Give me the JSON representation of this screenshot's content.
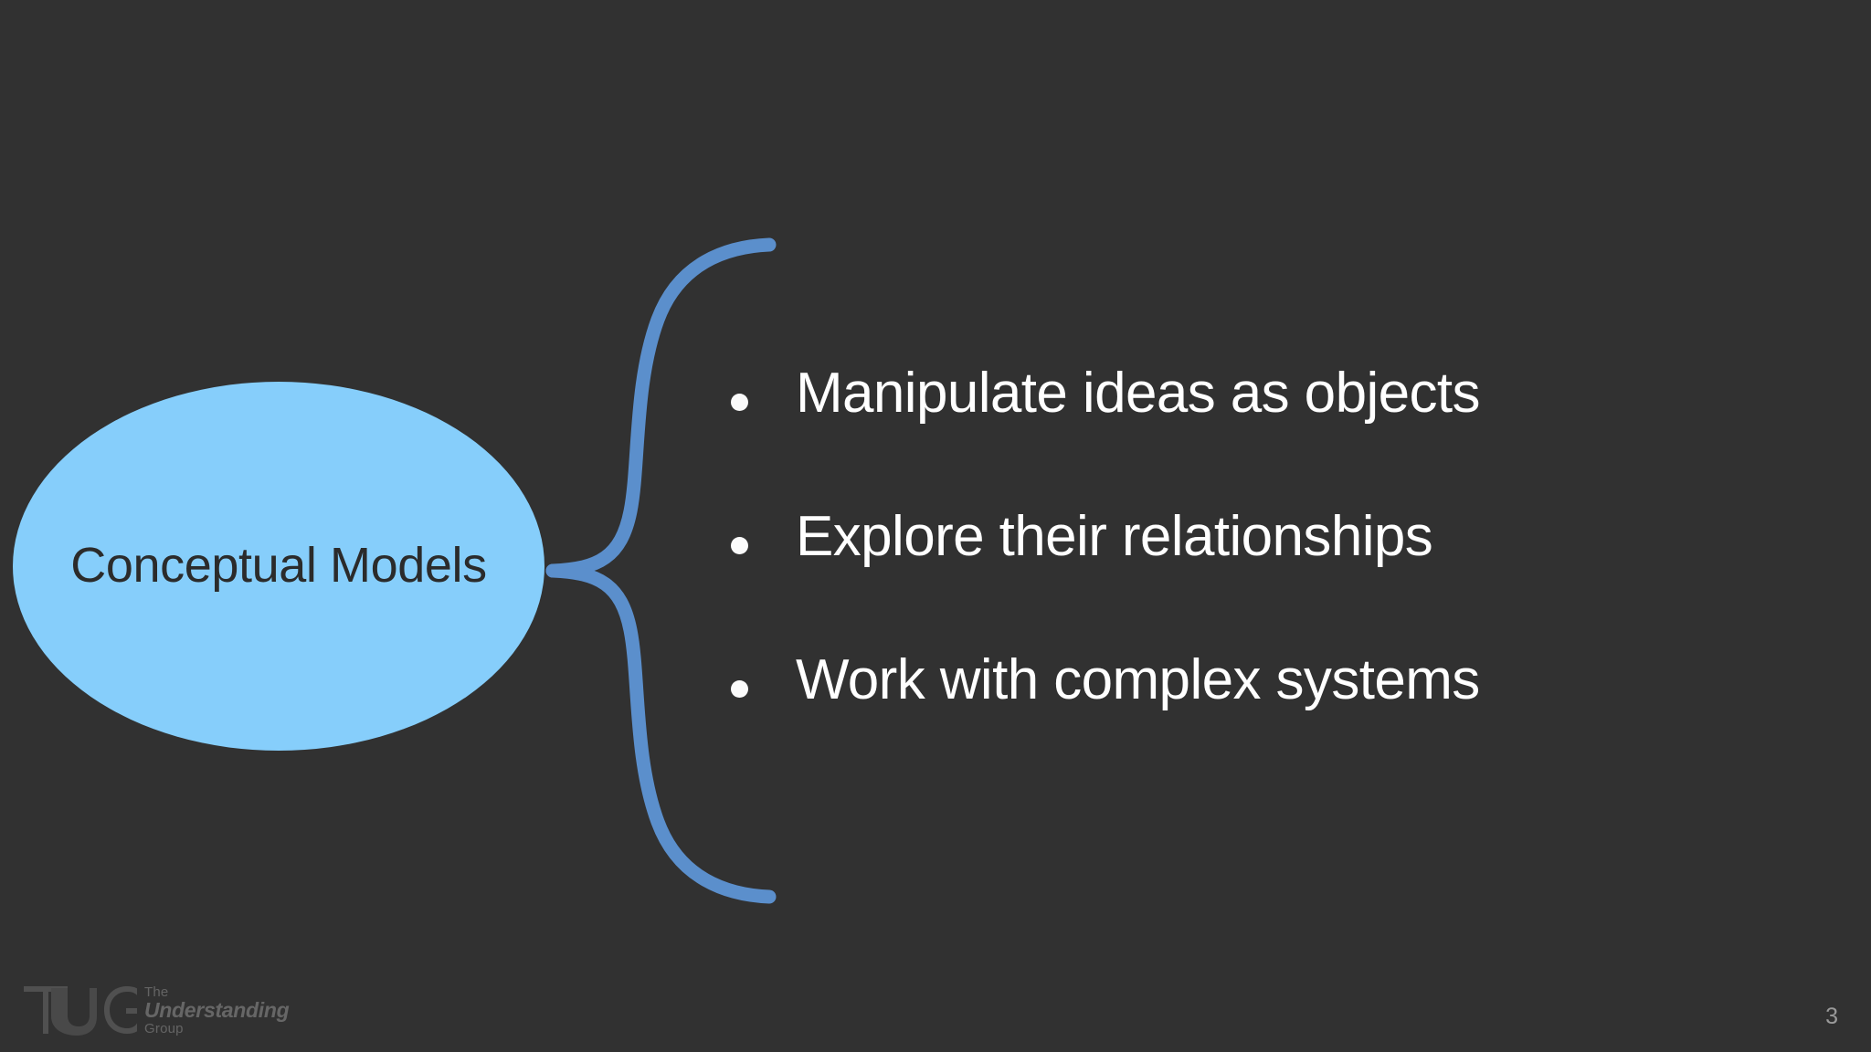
{
  "slide": {
    "background_color": "#313131",
    "page_number": "3"
  },
  "concept_node": {
    "label": "Conceptual Models",
    "fill_color": "#86CEFB",
    "text_color": "#2B2B2B"
  },
  "connector": {
    "icon": "curly-brace-connector",
    "color": "#5B8FCC"
  },
  "bullets": [
    {
      "marker": "bullet-dot",
      "text": "Manipulate ideas as objects"
    },
    {
      "marker": "bullet-dot",
      "text": "Explore their relationships"
    },
    {
      "marker": "bullet-dot",
      "text": "Work with complex systems"
    }
  ],
  "footer": {
    "logo_mark": "tug-monogram",
    "line1": "The",
    "line2": "Understanding",
    "line3": "Group"
  }
}
